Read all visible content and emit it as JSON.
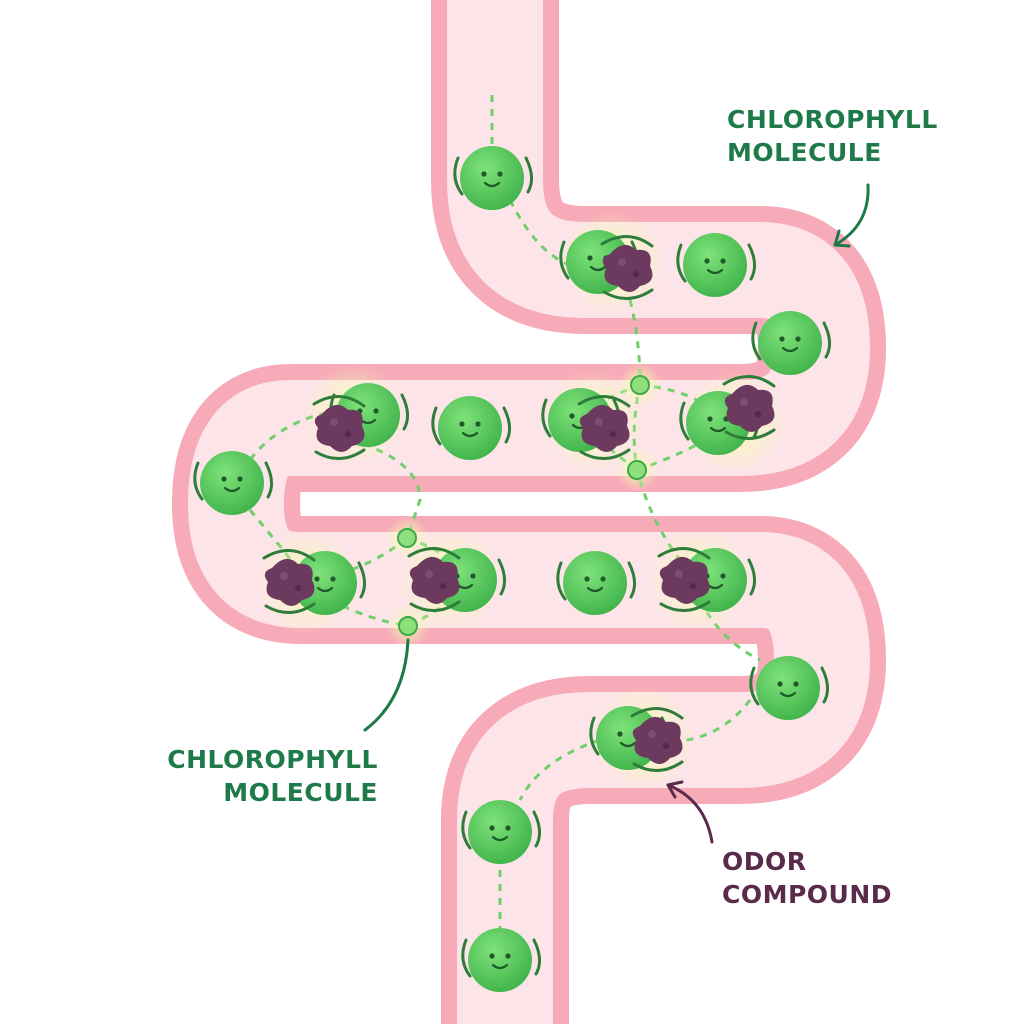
{
  "labels": {
    "chlorophyll_top": [
      "CHLOROPHYLL",
      "MOLECULE"
    ],
    "chlorophyll_bottom": [
      "CHLOROPHYLL",
      "MOLECULE"
    ],
    "odor": [
      "ODOR",
      "COMPOUND"
    ]
  },
  "colors": {
    "tube_outer": "#f7aab8",
    "tube_inner": "#fde4e8",
    "chlorophyll": "#5ccf5a",
    "odor": "#6b3a5e",
    "label_green": "#1f7a4a",
    "label_purple": "#5a2a4a"
  }
}
